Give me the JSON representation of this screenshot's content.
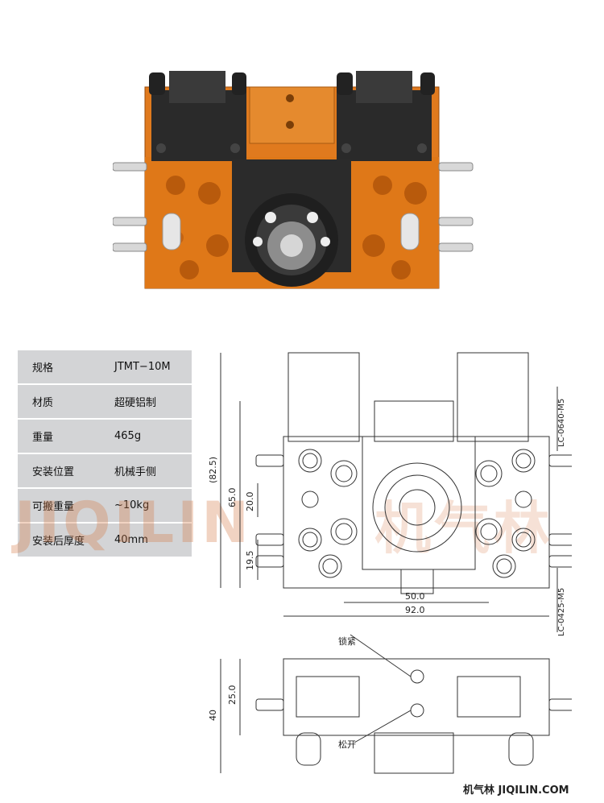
{
  "specs": {
    "rows": [
      {
        "label": "规格",
        "value": "JTMT−10M"
      },
      {
        "label": "材质",
        "value": "超硬铝制"
      },
      {
        "label": "重量",
        "value": "465g"
      },
      {
        "label": "安装位置",
        "value": "机械手侧"
      },
      {
        "label": "可搬重量",
        "value": "~10kg"
      },
      {
        "label": "安装后厚度",
        "value": "40mm"
      }
    ]
  },
  "drawing": {
    "dim_82_5": "(82.5)",
    "dim_65": "65.0",
    "dim_20": "20.0",
    "dim_19_5": "19.5",
    "dim_50": "50.0",
    "dim_92": "92.0",
    "label_top_right": "LC-0640-M5",
    "label_bottom_right": "LC-0425-M5",
    "label_lock": "锁紧",
    "label_release": "松开",
    "dim_25": "25.0",
    "dim_40": "40"
  },
  "watermark": {
    "latin": "JIQILIN",
    "chinese": "机气林"
  },
  "footer": {
    "brand_cn": "机气林",
    "domain": "JIQILIN.COM"
  },
  "colors": {
    "body": "#e07a1e",
    "dark": "#2b2b2b",
    "table": "#d3d4d6"
  }
}
